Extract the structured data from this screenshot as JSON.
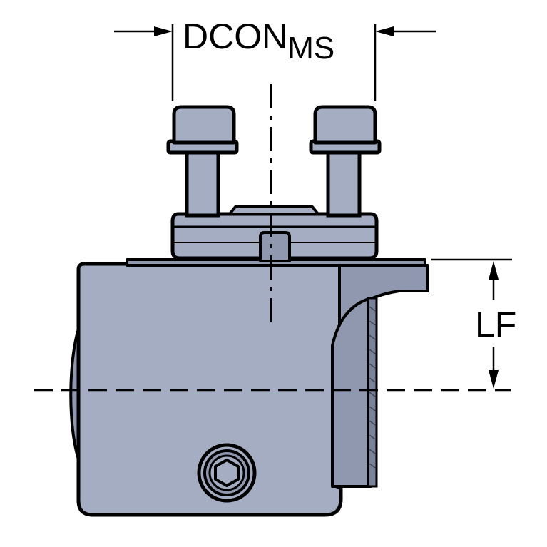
{
  "dimensions": {
    "dcon": {
      "main": "DCON",
      "subscript": "MS"
    },
    "lf": "LF"
  },
  "colors": {
    "body_fill": "#A4ADC2",
    "body_shade": "#8F98AE",
    "body_dark": "#79829A",
    "outline": "#000000",
    "background": "#FFFFFF"
  },
  "icons": {
    "screw": "hex-socket-screw-icon"
  }
}
